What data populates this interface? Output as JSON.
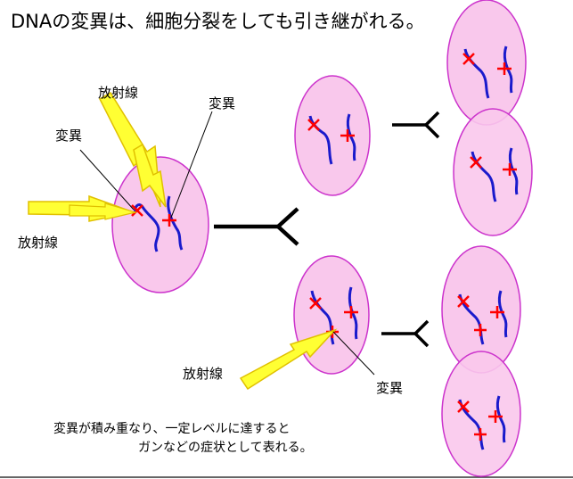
{
  "title": "DNAの変異は、細胞分裂をしても引き継がれる。",
  "labels": {
    "radiation": "放射線",
    "mutation": "変異"
  },
  "note": {
    "line1": "変異が積み重なり、一定レベルに達すると",
    "line2": "ガンなどの症状として表れる。"
  },
  "colors": {
    "cell_fill": "#f9c8ec",
    "cell_stroke": "#cc33cc",
    "dna": "#1a1acc",
    "mutation_mark": "#ff0000",
    "ray_fill": "#ffff33",
    "ray_stroke": "#e0c000",
    "arrow": "#000000"
  }
}
